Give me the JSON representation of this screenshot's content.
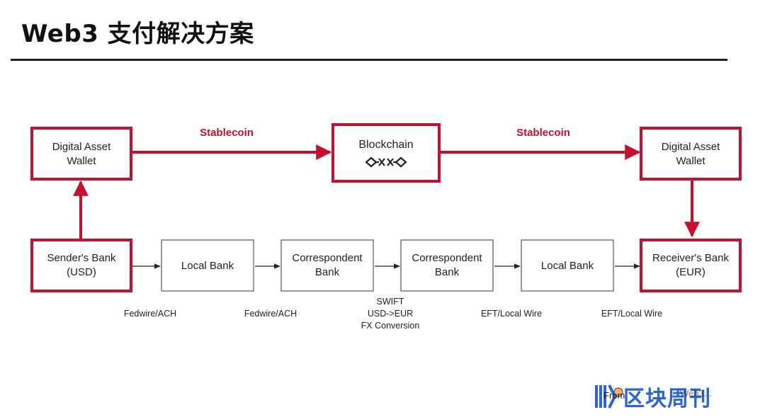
{
  "page": {
    "title": "Web3 支付解决方案"
  },
  "colors": {
    "accent": "#c8102e",
    "node_border": "#555555",
    "connector": "#222222",
    "watermark_blue": "#2b63d9"
  },
  "diagram": {
    "top_row": {
      "sender_wallet": [
        "Digital Asset",
        "Wallet"
      ],
      "blockchain": "Blockchain",
      "blockchain_symbol": "<×><×>",
      "receiver_wallet": [
        "Digital Asset",
        "Wallet"
      ],
      "edge_left": "Stablecoin",
      "edge_right": "Stablecoin"
    },
    "bottom_row": {
      "nodes": [
        [
          "Sender's Bank",
          "(USD)"
        ],
        [
          "Local Bank"
        ],
        [
          "Correspondent",
          "Bank"
        ],
        [
          "Correspondent",
          "Bank"
        ],
        [
          "Local Bank"
        ],
        [
          "Receiver's Bank",
          "(EUR)"
        ]
      ],
      "edge_labels": [
        [
          "Fedwire/ACH"
        ],
        [
          "Fedwire/ACH"
        ],
        [
          "SWIFT",
          "USD->EUR",
          "FX Conversion"
        ],
        [
          "EFT/Local Wire"
        ],
        [
          "EFT/Local Wire"
        ]
      ]
    }
  },
  "watermark": {
    "from": "From:",
    "brand": "区块周刊",
    "source": "Web3..."
  }
}
